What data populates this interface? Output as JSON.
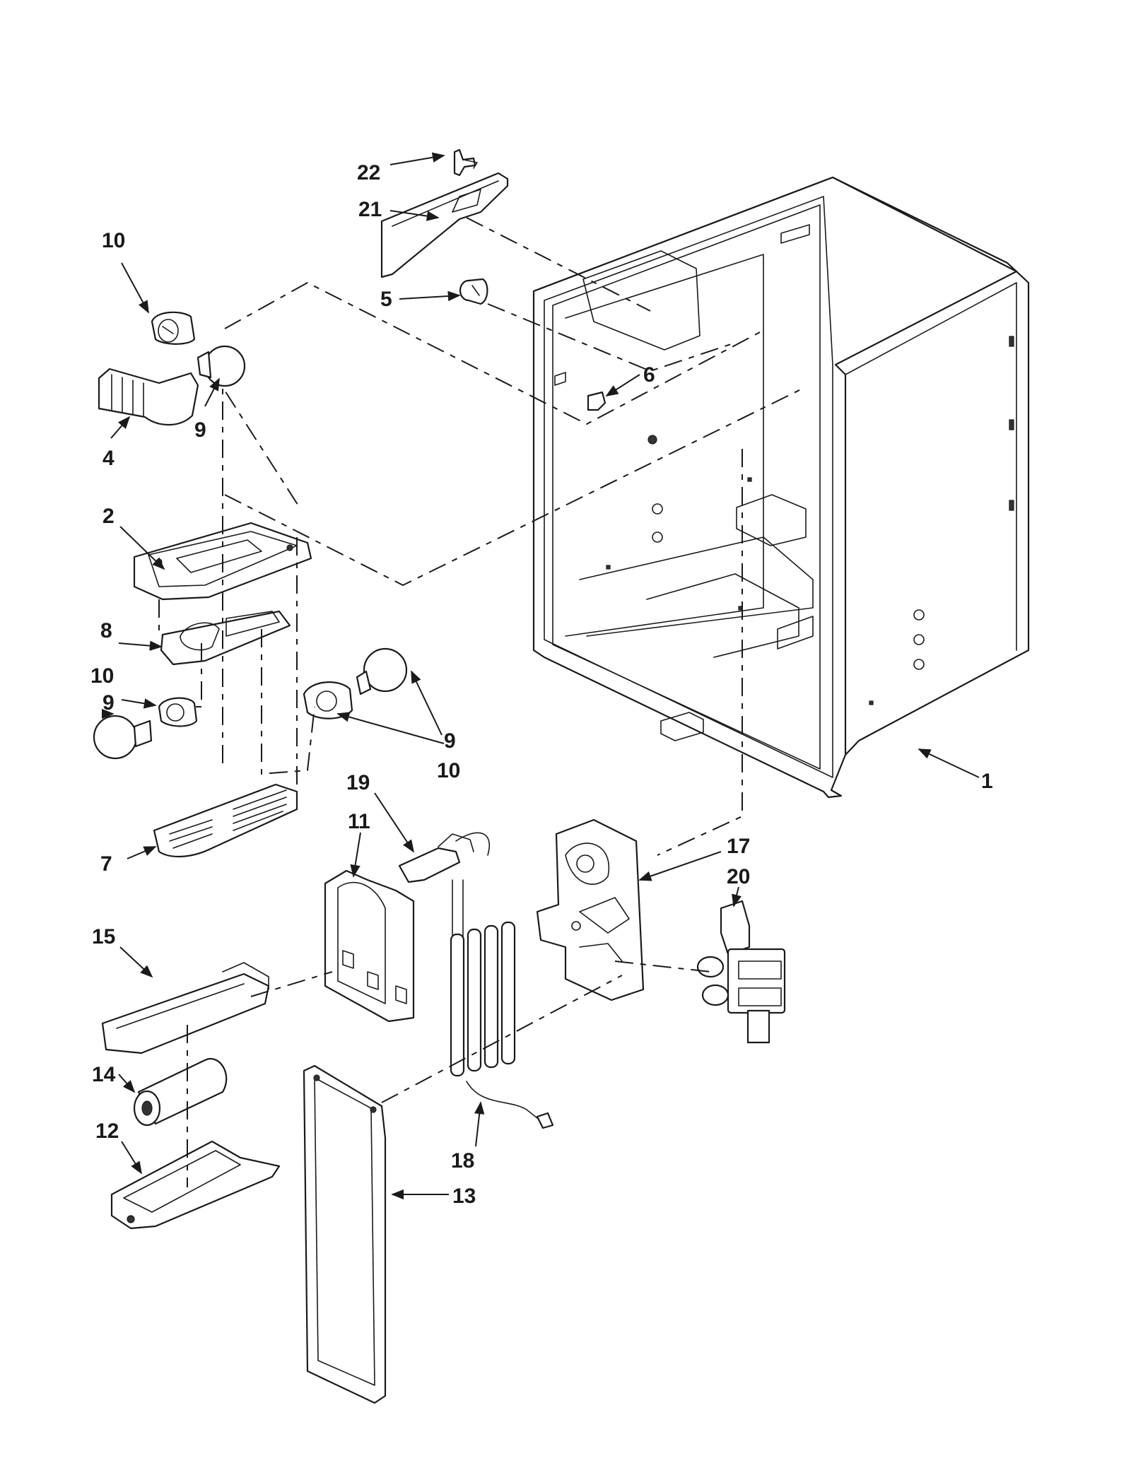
{
  "diagram": {
    "callouts": [
      {
        "id": "c22",
        "label": "22"
      },
      {
        "id": "c21",
        "label": "21"
      },
      {
        "id": "c10a",
        "label": "10"
      },
      {
        "id": "c5",
        "label": "5"
      },
      {
        "id": "c6",
        "label": "6"
      },
      {
        "id": "c9a",
        "label": "9"
      },
      {
        "id": "c4",
        "label": "4"
      },
      {
        "id": "c2",
        "label": "2"
      },
      {
        "id": "c8",
        "label": "8"
      },
      {
        "id": "c10b",
        "label": "10"
      },
      {
        "id": "c9b",
        "label": "9"
      },
      {
        "id": "c9c",
        "label": "9"
      },
      {
        "id": "c10c",
        "label": "10"
      },
      {
        "id": "c7",
        "label": "7"
      },
      {
        "id": "c19",
        "label": "19"
      },
      {
        "id": "c11",
        "label": "11"
      },
      {
        "id": "c17",
        "label": "17"
      },
      {
        "id": "c20",
        "label": "20"
      },
      {
        "id": "c1",
        "label": "1"
      },
      {
        "id": "c15",
        "label": "15"
      },
      {
        "id": "c14",
        "label": "14"
      },
      {
        "id": "c12",
        "label": "12"
      },
      {
        "id": "c18",
        "label": "18"
      },
      {
        "id": "c13",
        "label": "13"
      }
    ]
  }
}
